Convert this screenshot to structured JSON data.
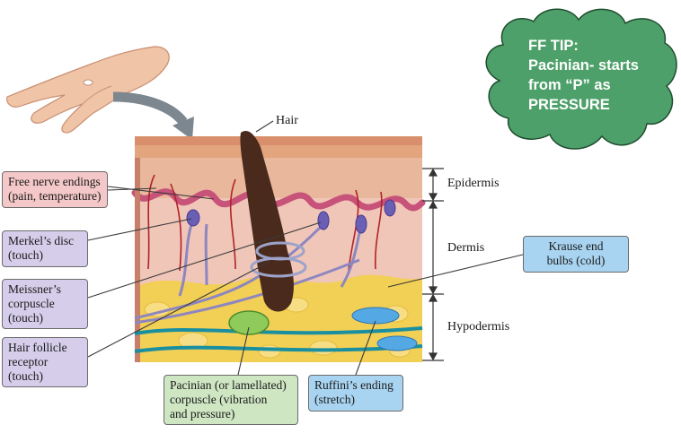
{
  "tip": {
    "lines": [
      "FF TIP:",
      "Pacinian- starts",
      "from  “P” as",
      "PRESSURE"
    ],
    "cloud_color": "#4ea06a"
  },
  "labels": {
    "hair": "Hair",
    "epidermis": "Epidermis",
    "dermis": "Dermis",
    "hypodermis": "Hypodermis",
    "free_nerve": "Free nerve endings\n(pain, temperature)",
    "merkel": "Merkel’s disc\n(touch)",
    "meissner": "Meissner’s\ncorpuscle\n(touch)",
    "hair_follicle": "Hair follicle\nreceptor\n(touch)",
    "pacinian": "Pacinian (or lamellated)\ncorpuscle (vibration\nand pressure)",
    "ruffini": "Ruffini’s ending\n(stretch)",
    "krause": "Krause end\nbulbs (cold)"
  },
  "colors": {
    "pink_box": "#f4c7c8",
    "purple_box": "#d5cdea",
    "green_box": "#cfe6c3",
    "blue_box": "#a9d4f1",
    "epidermis": "#e9b79c",
    "dermis": "#f0c6b8",
    "hypodermis": "#f2cf55",
    "hair": "#4a2a1c",
    "nerve": "#8d86c0"
  }
}
